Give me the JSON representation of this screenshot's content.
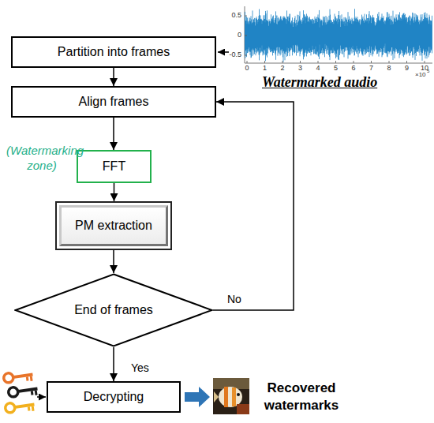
{
  "diagram": {
    "nodes": [
      {
        "text": [
          "Partition into frames"
        ]
      },
      {
        "text": [
          "Align frames"
        ]
      },
      {
        "text": [
          "FFT"
        ]
      },
      {
        "text": [
          "PM extraction"
        ]
      },
      {
        "text": [
          "End of frames"
        ]
      },
      {
        "text": [
          "Decrypting"
        ]
      }
    ],
    "edges": [
      {
        "from": 0,
        "to": 1,
        "arrow": "to"
      },
      {
        "from": 1,
        "to": 2,
        "arrow": "to"
      },
      {
        "from": 2,
        "to": 3,
        "arrow": "to"
      },
      {
        "from": 3,
        "to": 4,
        "arrow": "to"
      },
      {
        "from": 4,
        "to": 5,
        "label": "Yes",
        "arrow": "to"
      },
      {
        "from": 4,
        "to": 1,
        "label": "No",
        "arrow": "to"
      }
    ],
    "labels": [
      "(Watermarking zone)",
      "0.5",
      "0",
      "-0.5",
      "0",
      "1",
      "2",
      "3",
      "4",
      "5",
      "6",
      "7",
      "8",
      "9",
      "10",
      "×10",
      "5",
      "Watermarked audio",
      "Recovered watermarks"
    ]
  }
}
